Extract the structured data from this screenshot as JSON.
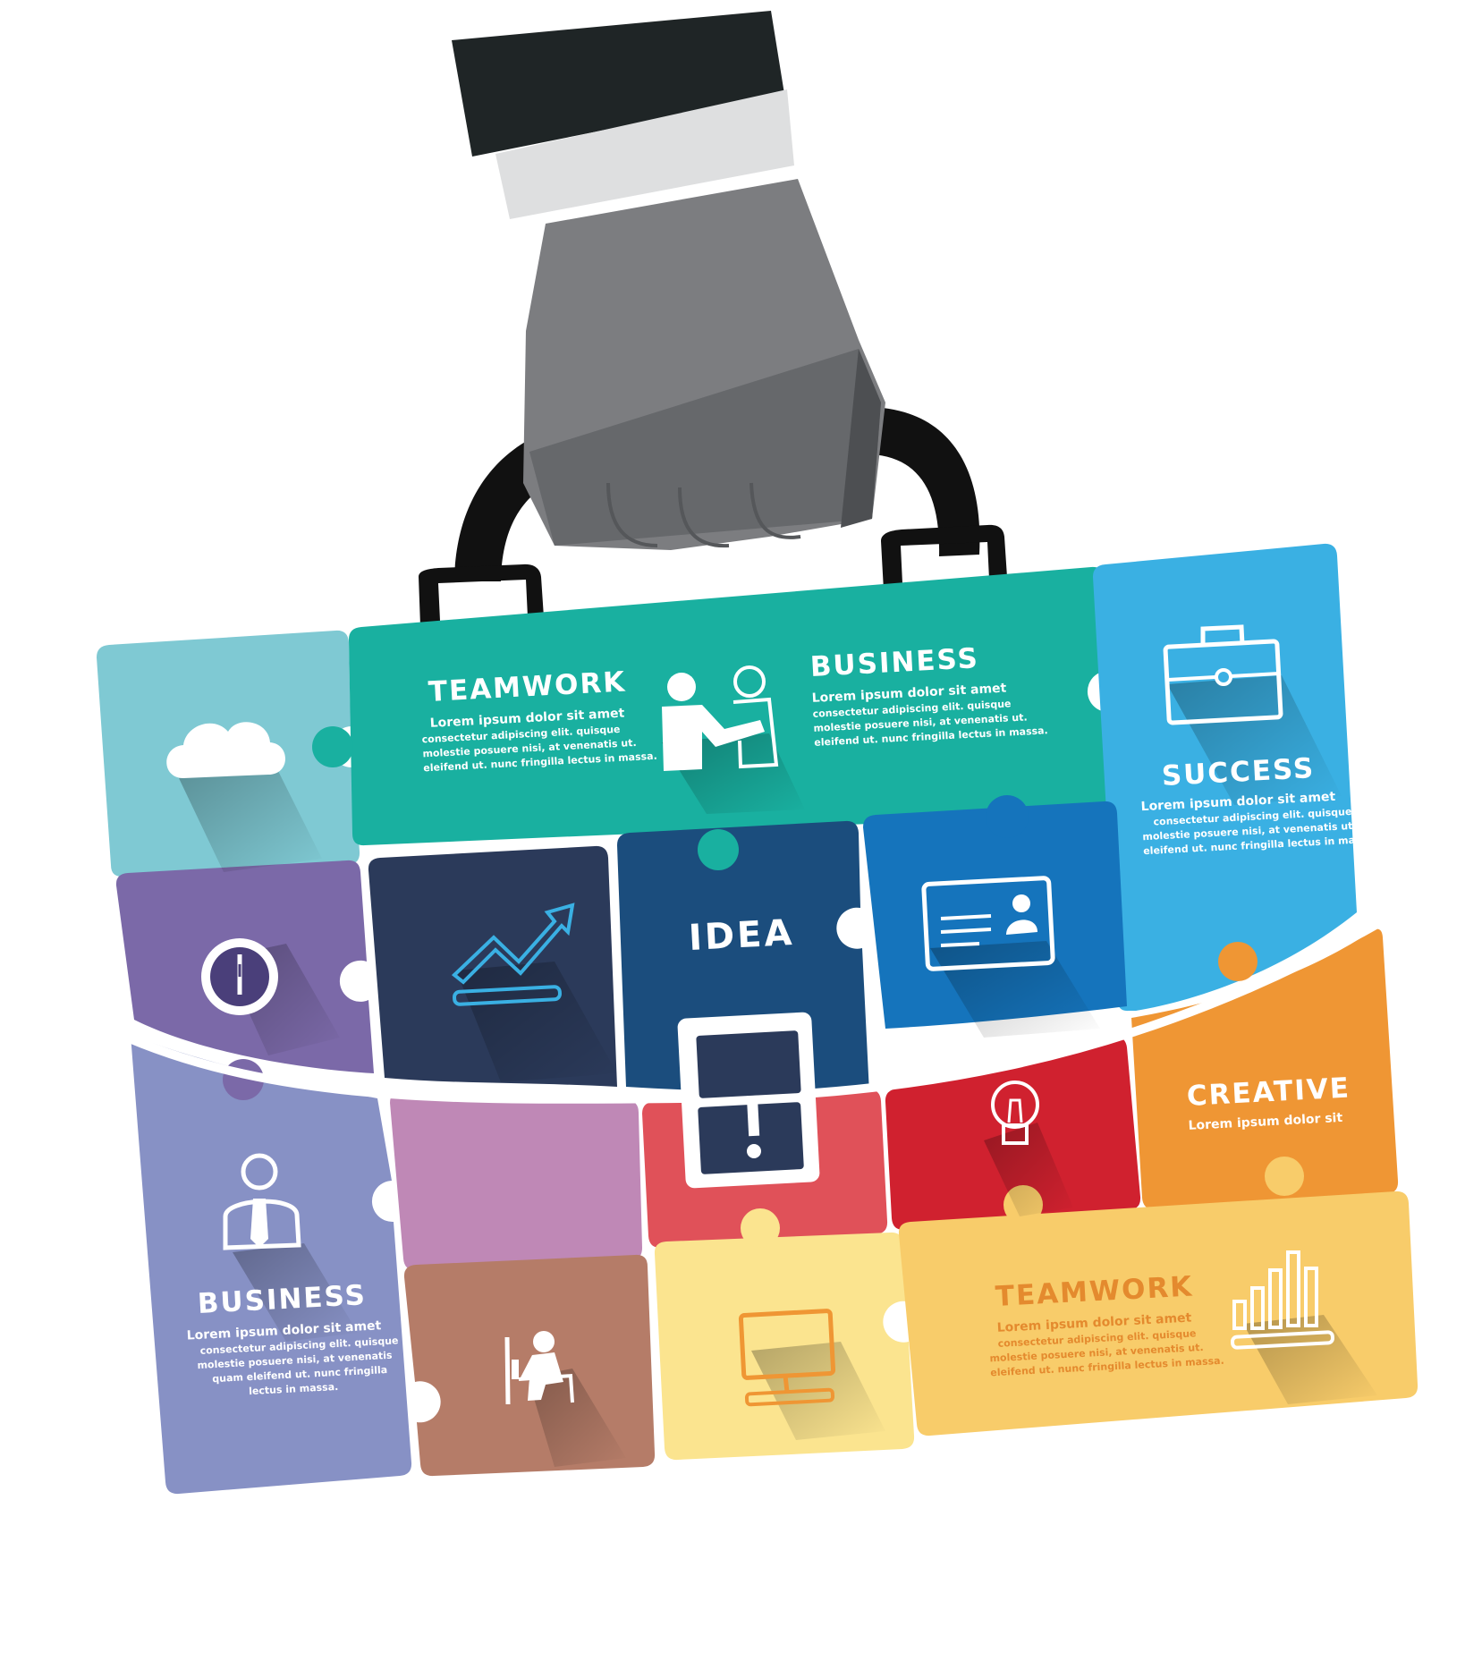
{
  "colors": {
    "cloud": "#7fc9d3",
    "teal": "#19b0a0",
    "sky": "#3ab0e3",
    "purple": "#7b69a8",
    "navy": "#2b3a5a",
    "deep_blue": "#1b4d7d",
    "blue": "#1574bc",
    "lavender": "#8791c5",
    "pink": "#bf88b6",
    "coral": "#e05159",
    "red": "#d0212f",
    "orange": "#ef9634",
    "brown": "#b57c68",
    "light_yellow": "#fbe48f",
    "yellow": "#f8cc6a",
    "sleeve": "#1f2526",
    "cuff": "#dedfe0",
    "hand": "#7c7d80",
    "handle": "#111111"
  },
  "icons": [
    "cloud-icon",
    "handshake-icon",
    "briefcase-icon",
    "clock-icon",
    "growth-chart-icon",
    "id-card-icon",
    "calculator-icon",
    "lightbulb-icon",
    "businessman-icon",
    "desk-worker-icon",
    "computer-icon",
    "bar-chart-icon"
  ],
  "teamwork_top": {
    "title": "TEAMWORK",
    "subtitle": "Lorem ipsum dolor sit amet",
    "body": [
      "consectetur adipiscing elit. quisque",
      "molestie posuere nisi, at venenatis ut.",
      "eleifend ut. nunc fringilla lectus in massa."
    ]
  },
  "business_top": {
    "title": "BUSINESS",
    "subtitle": "Lorem ipsum dolor sit amet",
    "body": [
      "consectetur adipiscing elit. quisque",
      "molestie posuere nisi, at venenatis ut.",
      "eleifend ut. nunc fringilla lectus in massa."
    ]
  },
  "success": {
    "title": "SUCCESS",
    "subtitle": "Lorem ipsum dolor sit amet",
    "body": [
      "consectetur adipiscing elit. quisque",
      "molestie posuere nisi, at venenatis ut.",
      "eleifend ut. nunc fringilla lectus in massa."
    ]
  },
  "idea": {
    "title": "IDEA"
  },
  "creative": {
    "title": "CREATIVE",
    "subtitle": "Lorem ipsum dolor sit"
  },
  "business_bottom": {
    "title": "BUSINESS",
    "subtitle": "Lorem ipsum dolor sit amet",
    "body": [
      "consectetur adipiscing elit. quisque",
      "molestie posuere nisi, at venenatis",
      "quam eleifend ut. nunc fringilla",
      "lectus in massa."
    ]
  },
  "teamwork_bottom": {
    "title": "TEAMWORK",
    "subtitle": "Lorem ipsum dolor sit amet",
    "body": [
      "consectetur adipiscing elit. quisque",
      "molestie posuere nisi, at venenatis ut.",
      "eleifend ut. nunc fringilla lectus in massa."
    ]
  }
}
